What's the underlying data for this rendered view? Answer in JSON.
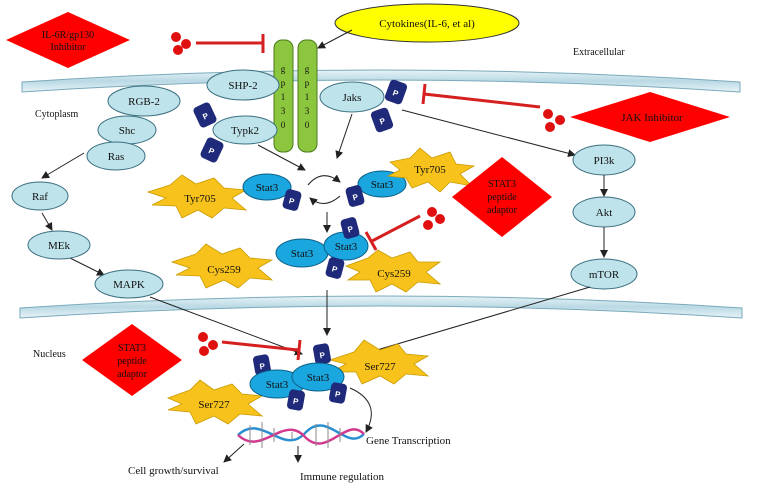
{
  "colors": {
    "inhibitor_red": "#ff0000",
    "inhibitor_bar": "#d62020",
    "node_fill": "#bfe3ea",
    "node_stroke": "#3a6f80",
    "stat3_blue": "#1aa7e0",
    "phospho_navy": "#1f2a7a",
    "burst_yellow": "#f7c21c",
    "gp130_green": "#8cc63f",
    "cytokine_yellow": "#ffff00",
    "membrane": "#cfe6ee"
  },
  "labels": {
    "il6r_inhibitor_line1": "IL-6R/gp130",
    "il6r_inhibitor_line2": "Inhibitor",
    "cytokines": "Cytokines(IL-6, et al)",
    "extracellular": "Extracellular",
    "cytoplasm": "Cytoplasm",
    "nucleus": "Nucleus",
    "gp130_letters": [
      "g",
      "p",
      "1",
      "3",
      "0"
    ],
    "shp2": "SHP-2",
    "rgb2": "RGB-2",
    "shc": "Shc",
    "ras": "Ras",
    "raf": "Raf",
    "mek": "MEk",
    "mapk": "MAPK",
    "typk2": "Typk2",
    "jaks": "Jaks",
    "p": "P",
    "jak_inhibitor": "JAK Inhibitor",
    "pi3k": "PI3k",
    "akt": "Akt",
    "mtor": "mTOR",
    "stat3": "Stat3",
    "tyr705": "Tyr705",
    "cys259": "Cys259",
    "ser727": "Ser727",
    "stat3_adaptor_line1": "STAT3",
    "stat3_adaptor_line2": "peptide",
    "stat3_adaptor_line3": "adaptor",
    "gene_transcription": "Gene Transcription",
    "cell_growth": "Cell growth/survival",
    "immune_regulation": "Immune regulation"
  }
}
